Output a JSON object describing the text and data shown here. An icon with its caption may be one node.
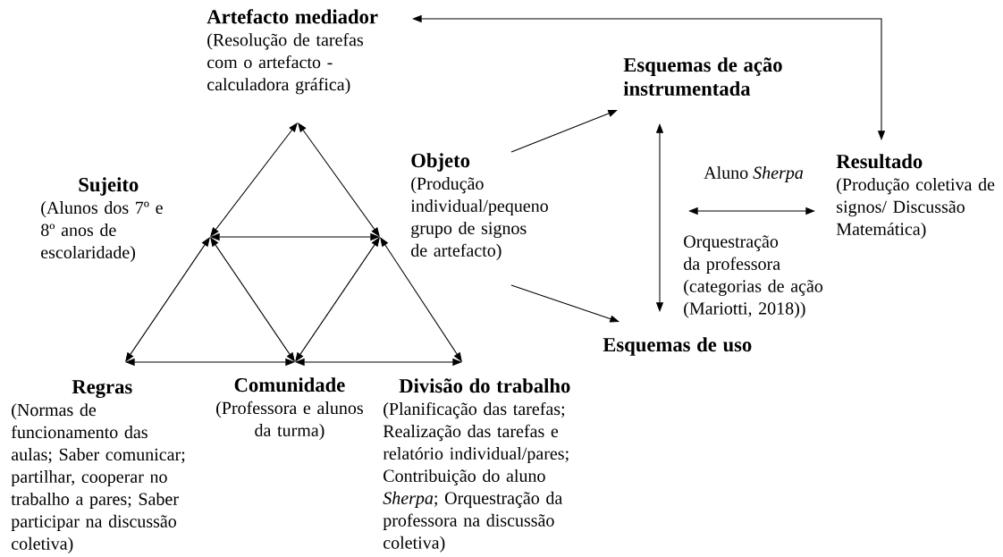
{
  "diagram": {
    "nodes": [
      {
        "text": [
          "Artefacto mediador",
          "(Resolução de tarefas com o artefacto - calculadora gráfica)"
        ]
      },
      {
        "text": [
          "Sujeito",
          "(Alunos dos 7º e 8º anos de escolaridade)"
        ]
      },
      {
        "text": [
          "Objeto",
          "(Produção individual/pequeno grupo de signos de artefacto)"
        ]
      },
      {
        "text": [
          "Esquemas de ação instrumentada"
        ]
      },
      {
        "text": [
          "Resultado",
          "(Produção coletiva de signos/ Discussão Matemática)"
        ]
      },
      {
        "text": [
          "Esquemas de uso"
        ]
      },
      {
        "text": [
          "Regras",
          "(Normas de funcionamento das aulas; Saber comunicar; partilhar, cooperar no trabalho a pares; Saber participar na discussão coletiva)"
        ]
      },
      {
        "text": [
          "Comunidade",
          "(Professora e alunos da turma)"
        ]
      },
      {
        "text": [
          "Divisão do trabalho",
          "(Planificação das tarefas; Realização das tarefas e relatório individual/pares; Contribuição do aluno *Sherpa*; Orquestração da professora na discussão coletiva)"
        ]
      }
    ],
    "edges": [
      {
        "from": 0,
        "to": 1,
        "arrow": "both"
      },
      {
        "from": 0,
        "to": 2,
        "arrow": "both"
      },
      {
        "from": 1,
        "to": 2,
        "arrow": "both"
      },
      {
        "from": 1,
        "to": 6,
        "arrow": "both"
      },
      {
        "from": 1,
        "to": 7,
        "arrow": "both"
      },
      {
        "from": 2,
        "to": 7,
        "arrow": "both"
      },
      {
        "from": 2,
        "to": 8,
        "arrow": "both"
      },
      {
        "from": 6,
        "to": 7,
        "arrow": "both"
      },
      {
        "from": 7,
        "to": 8,
        "arrow": "both"
      },
      {
        "from": 2,
        "to": 3,
        "arrow": "to"
      },
      {
        "from": 2,
        "to": 5,
        "arrow": "to"
      },
      {
        "from": 3,
        "to": 5,
        "arrow": "both"
      },
      {
        "from": 4,
        "to": 0,
        "arrow": "both"
      },
      {
        "from": null,
        "to": 4,
        "arrow": "both",
        "label": "Aluno *Sherpa*"
      }
    ],
    "labels": [
      "Orquestração da professora (categorias de ação (Mariotti, 2018))"
    ]
  }
}
